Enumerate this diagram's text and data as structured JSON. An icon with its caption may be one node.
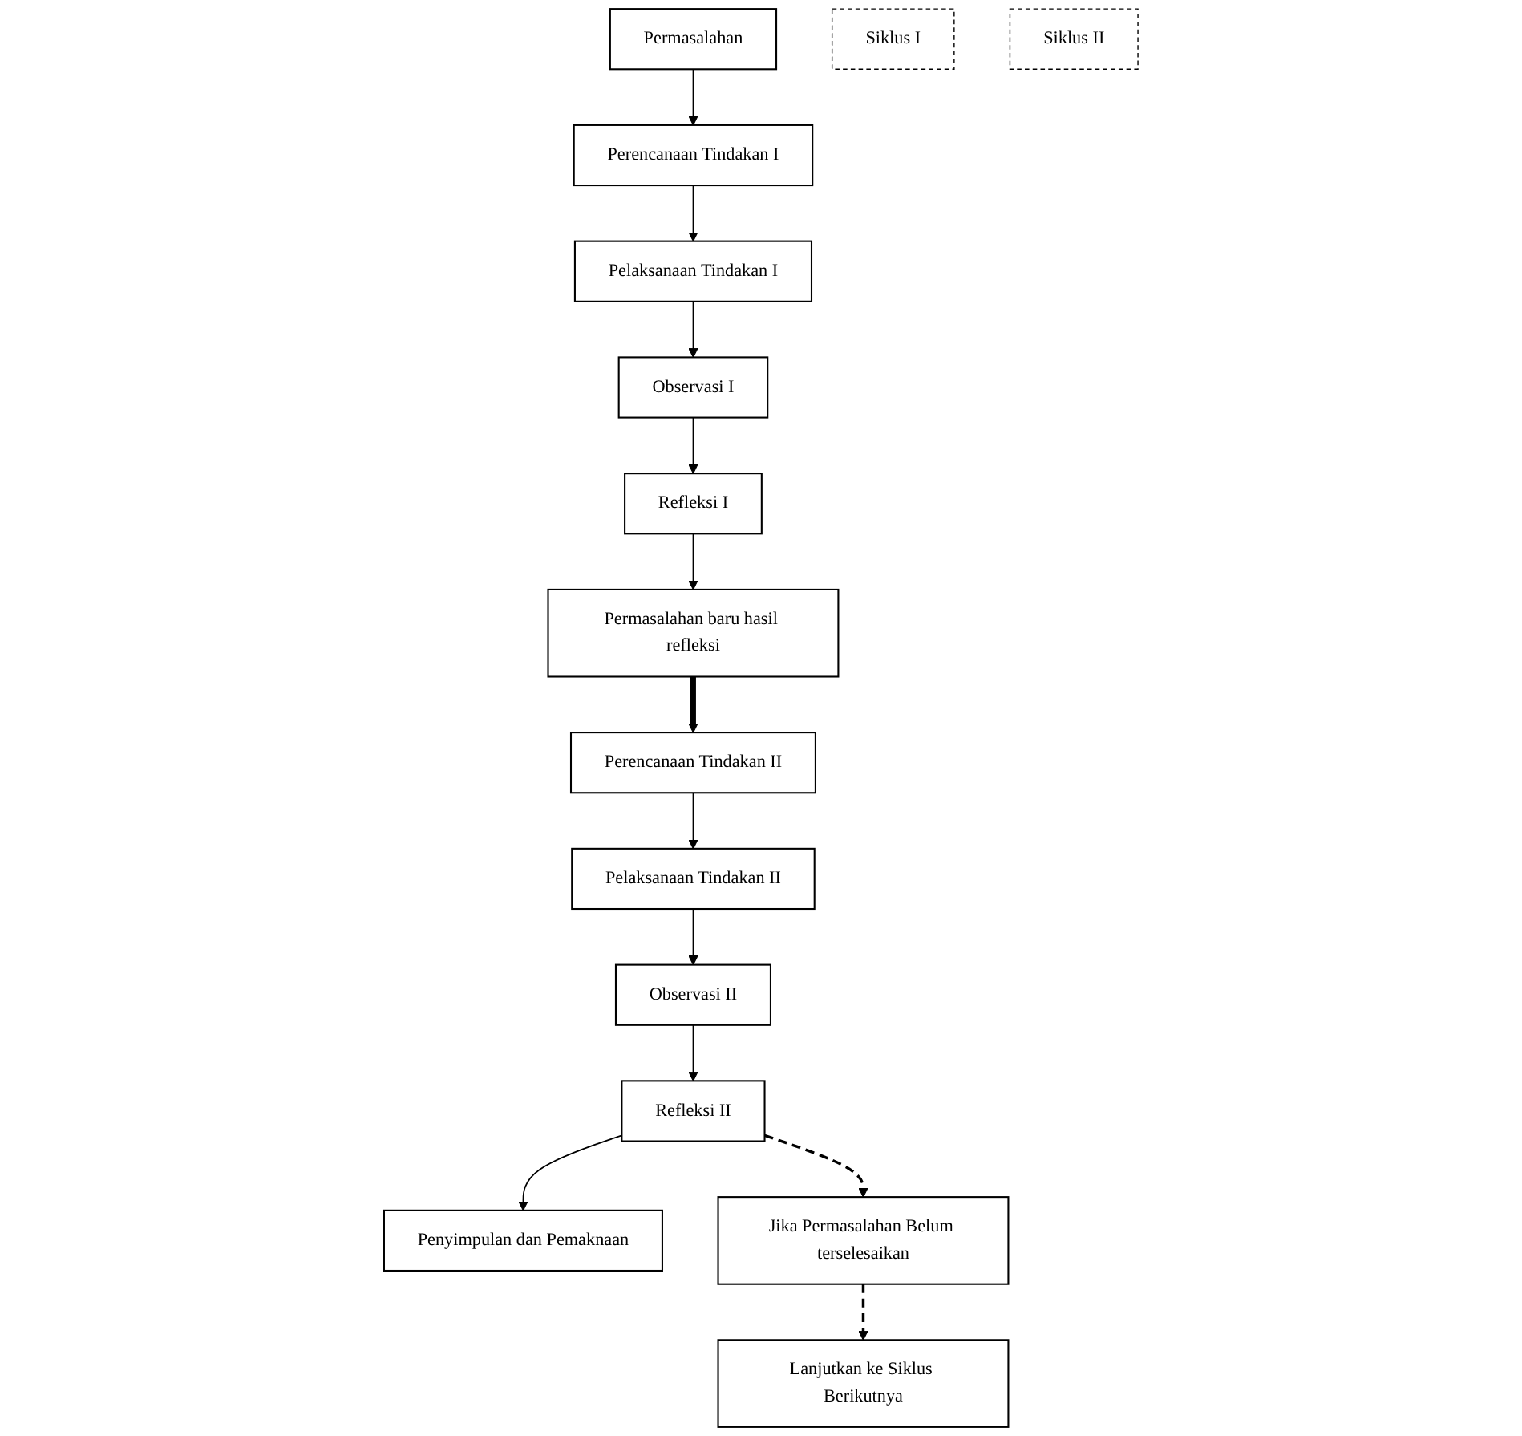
{
  "diagram": {
    "nodes": [
      {
        "text": [
          "Permasalahan"
        ]
      },
      {
        "text": [
          "Perencanaan Tindakan I"
        ]
      },
      {
        "text": [
          "Pelaksanaan Tindakan I"
        ]
      },
      {
        "text": [
          "Siklus I"
        ]
      },
      {
        "text": [
          "Refleksi I"
        ]
      },
      {
        "text": [
          "Observasi I"
        ]
      },
      {
        "text": [
          "Permasalahan baru hasil refleksi"
        ]
      },
      {
        "text": [
          "Perencanaan Tindakan II"
        ]
      },
      {
        "text": [
          "Pelaksanaan Tindakan II"
        ]
      },
      {
        "text": [
          "Siklus II"
        ]
      },
      {
        "text": [
          "Refleksi II"
        ]
      },
      {
        "text": [
          "Observasi II"
        ]
      },
      {
        "text": [
          "Penyimpulan dan Pemaknaan"
        ]
      },
      {
        "text": [
          "Jika Permasalahan Belum terselesaikan"
        ]
      },
      {
        "text": [
          "Lanjutkan ke Siklus Berikutnya"
        ]
      }
    ],
    "edges": [
      {
        "from": 0,
        "to": 1,
        "arrow": "to"
      },
      {
        "from": 1,
        "to": 2,
        "arrow": "to"
      },
      {
        "from": 2,
        "to": 5,
        "arrow": "to"
      },
      {
        "from": 5,
        "to": 4,
        "arrow": "to"
      },
      {
        "from": 4,
        "to": 6,
        "arrow": "to"
      },
      {
        "from": 6,
        "to": 7,
        "arrow": "to",
        "style": "thick"
      },
      {
        "from": 7,
        "to": 8,
        "arrow": "to"
      },
      {
        "from": 8,
        "to": 11,
        "arrow": "to"
      },
      {
        "from": 11,
        "to": 10,
        "arrow": "to"
      },
      {
        "from": 10,
        "to": 12,
        "arrow": "to"
      },
      {
        "from": 10,
        "to": 13,
        "arrow": "to",
        "style": "dashed"
      },
      {
        "from": 13,
        "to": 14,
        "arrow": "to",
        "style": "dashed"
      }
    ]
  }
}
